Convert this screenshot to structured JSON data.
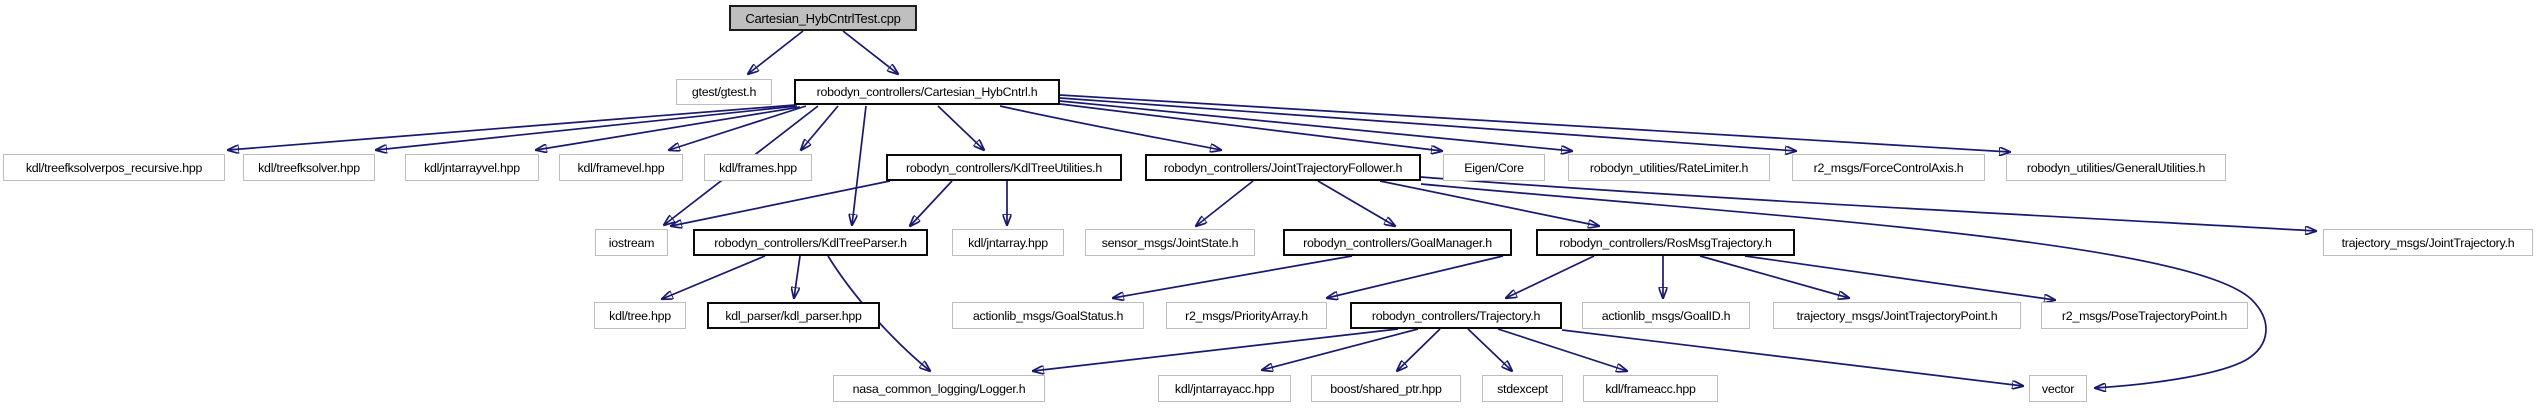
{
  "graph": {
    "type": "include-dependency-graph",
    "colors": {
      "edge": "#191970",
      "root_fill": "#bfbfbf",
      "border_documented": "#0a0a0a",
      "border_external": "#bdbdbd",
      "background": "#ffffff"
    },
    "nodes": {
      "test_cpp": {
        "label": "Cartesian_HybCntrlTest.cpp"
      },
      "gtest_h": {
        "label": "gtest/gtest.h"
      },
      "cartesian_hybcntrl_h": {
        "label": "robodyn_controllers/Cartesian_HybCntrl.h"
      },
      "treefksolverpos_recursive_hpp": {
        "label": "kdl/treefksolverpos_recursive.hpp"
      },
      "treefksolver_hpp": {
        "label": "kdl/treefksolver.hpp"
      },
      "jntarrayvel_hpp": {
        "label": "kdl/jntarrayvel.hpp"
      },
      "framevel_hpp": {
        "label": "kdl/framevel.hpp"
      },
      "frames_hpp": {
        "label": "kdl/frames.hpp"
      },
      "kdltreeutilities_h": {
        "label": "robodyn_controllers/KdlTreeUtilities.h"
      },
      "jointtrajectoryfollower_h": {
        "label": "robodyn_controllers/JointTrajectoryFollower.h"
      },
      "eigen_core": {
        "label": "Eigen/Core"
      },
      "ratelimiter_h": {
        "label": "robodyn_utilities/RateLimiter.h"
      },
      "forcecontrolaxis_h": {
        "label": "r2_msgs/ForceControlAxis.h"
      },
      "generalutilities_h": {
        "label": "robodyn_utilities/GeneralUtilities.h"
      },
      "iostream": {
        "label": "iostream"
      },
      "kdltreeparser_h": {
        "label": "robodyn_controllers/KdlTreeParser.h"
      },
      "jntarray_hpp": {
        "label": "kdl/jntarray.hpp"
      },
      "jointstate_h": {
        "label": "sensor_msgs/JointState.h"
      },
      "goalmanager_h": {
        "label": "robodyn_controllers/GoalManager.h"
      },
      "rosmsgtrajectory_h": {
        "label": "robodyn_controllers/RosMsgTrajectory.h"
      },
      "jointtrajectory_h": {
        "label": "trajectory_msgs/JointTrajectory.h"
      },
      "tree_hpp": {
        "label": "kdl/tree.hpp"
      },
      "kdl_parser_hpp": {
        "label": "kdl_parser/kdl_parser.hpp"
      },
      "goalstatus_h": {
        "label": "actionlib_msgs/GoalStatus.h"
      },
      "priorityarray_h": {
        "label": "r2_msgs/PriorityArray.h"
      },
      "trajectory_h": {
        "label": "robodyn_controllers/Trajectory.h"
      },
      "goalid_h": {
        "label": "actionlib_msgs/GoalID.h"
      },
      "jointtrajectorypoint_h": {
        "label": "trajectory_msgs/JointTrajectoryPoint.h"
      },
      "posetrajectorypoint_h": {
        "label": "r2_msgs/PoseTrajectoryPoint.h"
      },
      "logger_h": {
        "label": "nasa_common_logging/Logger.h"
      },
      "jntarrayacc_hpp": {
        "label": "kdl/jntarrayacc.hpp"
      },
      "boost_shared_ptr_hpp": {
        "label": "boost/shared_ptr.hpp"
      },
      "stdexcept": {
        "label": "stdexcept"
      },
      "frameacc_hpp": {
        "label": "kdl/frameacc.hpp"
      },
      "vector": {
        "label": "vector"
      }
    },
    "edges": [
      [
        "test_cpp",
        "gtest_h"
      ],
      [
        "test_cpp",
        "cartesian_hybcntrl_h"
      ],
      [
        "cartesian_hybcntrl_h",
        "treefksolverpos_recursive_hpp"
      ],
      [
        "cartesian_hybcntrl_h",
        "treefksolver_hpp"
      ],
      [
        "cartesian_hybcntrl_h",
        "jntarrayvel_hpp"
      ],
      [
        "cartesian_hybcntrl_h",
        "framevel_hpp"
      ],
      [
        "cartesian_hybcntrl_h",
        "frames_hpp"
      ],
      [
        "cartesian_hybcntrl_h",
        "iostream"
      ],
      [
        "cartesian_hybcntrl_h",
        "kdltreeparser_h"
      ],
      [
        "cartesian_hybcntrl_h",
        "kdltreeutilities_h"
      ],
      [
        "cartesian_hybcntrl_h",
        "jointtrajectoryfollower_h"
      ],
      [
        "cartesian_hybcntrl_h",
        "eigen_core"
      ],
      [
        "cartesian_hybcntrl_h",
        "ratelimiter_h"
      ],
      [
        "cartesian_hybcntrl_h",
        "forcecontrolaxis_h"
      ],
      [
        "cartesian_hybcntrl_h",
        "generalutilities_h"
      ],
      [
        "kdltreeutilities_h",
        "iostream"
      ],
      [
        "kdltreeutilities_h",
        "kdltreeparser_h"
      ],
      [
        "kdltreeutilities_h",
        "jntarray_hpp"
      ],
      [
        "jointtrajectoryfollower_h",
        "jointstate_h"
      ],
      [
        "jointtrajectoryfollower_h",
        "goalmanager_h"
      ],
      [
        "jointtrajectoryfollower_h",
        "rosmsgtrajectory_h"
      ],
      [
        "jointtrajectoryfollower_h",
        "jointtrajectory_h"
      ],
      [
        "jointtrajectoryfollower_h",
        "vector"
      ],
      [
        "kdltreeparser_h",
        "tree_hpp"
      ],
      [
        "kdltreeparser_h",
        "kdl_parser_hpp"
      ],
      [
        "kdltreeparser_h",
        "logger_h"
      ],
      [
        "goalmanager_h",
        "goalstatus_h"
      ],
      [
        "goalmanager_h",
        "priorityarray_h"
      ],
      [
        "rosmsgtrajectory_h",
        "trajectory_h"
      ],
      [
        "rosmsgtrajectory_h",
        "goalid_h"
      ],
      [
        "rosmsgtrajectory_h",
        "jointtrajectorypoint_h"
      ],
      [
        "rosmsgtrajectory_h",
        "posetrajectorypoint_h"
      ],
      [
        "trajectory_h",
        "logger_h"
      ],
      [
        "trajectory_h",
        "jntarrayacc_hpp"
      ],
      [
        "trajectory_h",
        "boost_shared_ptr_hpp"
      ],
      [
        "trajectory_h",
        "stdexcept"
      ],
      [
        "trajectory_h",
        "frameacc_hpp"
      ],
      [
        "trajectory_h",
        "vector"
      ]
    ]
  }
}
